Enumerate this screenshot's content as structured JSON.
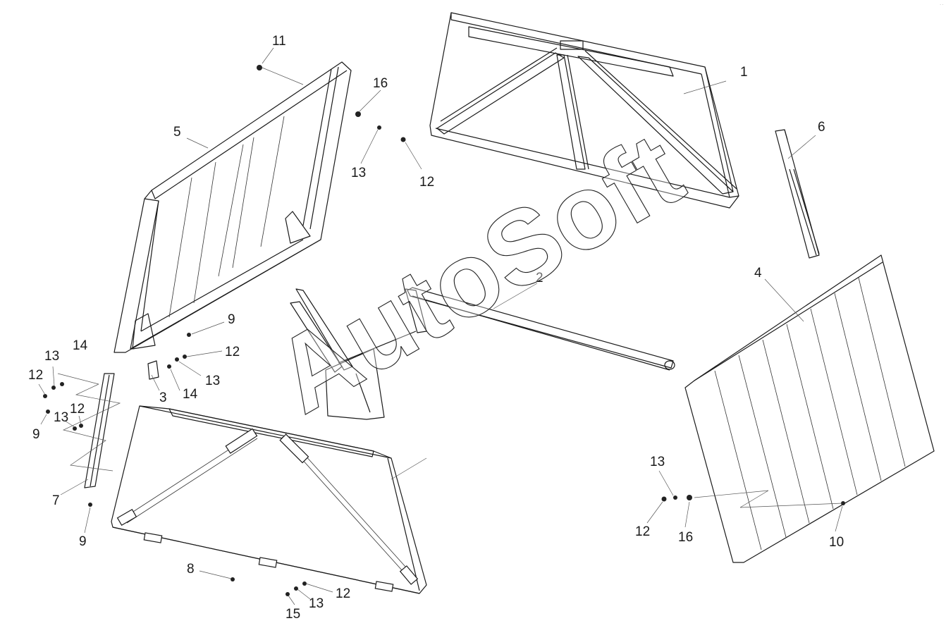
{
  "watermark": "AutoSoft",
  "callouts": [
    "1",
    "2",
    "3",
    "4",
    "5",
    "6",
    "7",
    "8",
    "9",
    "10",
    "11",
    "12",
    "13",
    "14",
    "15",
    "16"
  ],
  "colors": {
    "line": "#1a1a1a",
    "background": "#ffffff"
  }
}
